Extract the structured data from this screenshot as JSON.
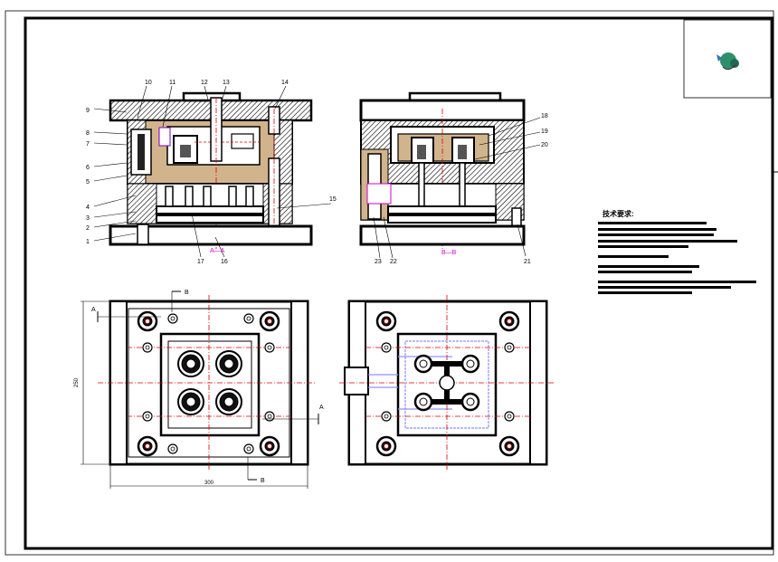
{
  "drawing": {
    "part_labels": {
      "p1": "1",
      "p2": "2",
      "p3": "3",
      "p4": "4",
      "p5": "5",
      "p6": "6",
      "p7": "7",
      "p8": "8",
      "p9": "9",
      "p10": "10",
      "p11": "11",
      "p12": "12",
      "p13": "13",
      "p14": "14",
      "p15": "15",
      "p16": "16",
      "p17": "17",
      "p18": "18",
      "p19": "19",
      "p20": "20",
      "p21": "21",
      "p22": "22",
      "p23": "23"
    },
    "section_labels": {
      "aa": "A—A",
      "bb": "B—B"
    },
    "cut_markers": {
      "a": "A",
      "b": "B"
    },
    "dimensions": {
      "height": "250",
      "width": "300"
    },
    "tech_requirements": {
      "title": "技术要求:"
    }
  },
  "colors": {
    "line": "#000000",
    "centerline": "#e00000",
    "section_label": "#d400d4",
    "cavity_fill": "#d2b48c",
    "cooling": "#9090ff"
  }
}
